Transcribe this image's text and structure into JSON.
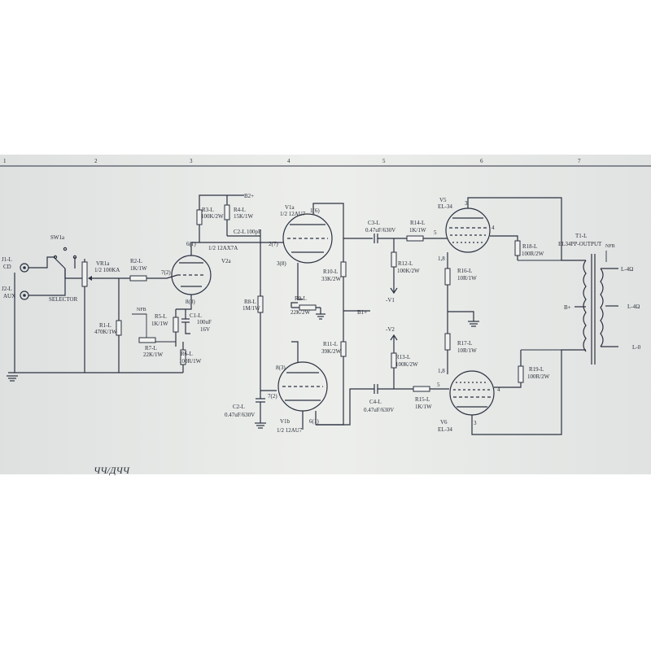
{
  "header": {
    "ruler_numbers": [
      "1",
      "2",
      "3",
      "4",
      "5",
      "6",
      "7"
    ]
  },
  "inputs": {
    "j1": "J1-L",
    "j1_sub": "CD",
    "j2": "J2-L",
    "j2_sub": "AUX",
    "switch": "SW1a",
    "selector": "SELECTOR"
  },
  "vr1": {
    "name": "VR1a",
    "value": "1/2 100KA"
  },
  "v2": {
    "name": "V2a",
    "type": "1/2 12AX7A",
    "pin_plate": "6(1)",
    "pin_grid": "7(2)",
    "pin_cath": "8(3)"
  },
  "v1a": {
    "name": "V1a",
    "type": "1/2 12AU7",
    "pin_plate": "1(6)",
    "pin_grid": "2(7)",
    "pin_cath": "3(8)"
  },
  "v1b": {
    "name": "V1b",
    "type": "1/2 12AU7",
    "pin_plate": "6(1)",
    "pin_grid": "7(2)",
    "pin_cath": "8(3)"
  },
  "v5": {
    "name": "V5",
    "type": "EL-34",
    "pin_top": "3",
    "pin_grid": "5",
    "pin_right": "4",
    "pin_heater": "1,8"
  },
  "v6": {
    "name": "V6",
    "type": "EL-34",
    "pin_bottom": "3",
    "pin_grid": "5",
    "pin_right": "4",
    "pin_heater": "1,8"
  },
  "resistors": {
    "r1": {
      "name": "R1-L",
      "value": "470K/1W"
    },
    "r2": {
      "name": "R2-L",
      "value": "1K/1W"
    },
    "r3": {
      "name": "R3-L",
      "value": "100K/2W"
    },
    "r4": {
      "name": "R4-L",
      "value": "15K/1W"
    },
    "r5": {
      "name": "R5-L",
      "value": "1K/1W"
    },
    "r6": {
      "name": "R6-L",
      "value": "100R/1W"
    },
    "r7": {
      "name": "R7-L",
      "value": "22K/1W"
    },
    "r8": {
      "name": "R8-L",
      "value": "1M/1W"
    },
    "r9": {
      "name": "R9-L",
      "value": "22K/2W"
    },
    "r10": {
      "name": "R10-L",
      "value": "33K/2W"
    },
    "r11": {
      "name": "R11-L",
      "value": "39K/2W"
    },
    "r12": {
      "name": "R12-L",
      "value": "100K/2W"
    },
    "r13": {
      "name": "R13-L",
      "value": "100K/2W"
    },
    "r14": {
      "name": "R14-L",
      "value": "1K/1W"
    },
    "r15": {
      "name": "R15-L",
      "value": "1K/1W"
    },
    "r16": {
      "name": "R16-L",
      "value": "10R/1W"
    },
    "r17": {
      "name": "R17-L",
      "value": "10R/1W"
    },
    "r18": {
      "name": "R18-L",
      "value": "100R/2W"
    },
    "r19": {
      "name": "R19-L",
      "value": "100R/2W"
    }
  },
  "capacitors": {
    "c1": {
      "name": "C1-L",
      "value": "100uF",
      "voltage": "16V"
    },
    "c2a": {
      "name": "C2-L",
      "value": "100pF"
    },
    "c2b": {
      "name": "C2-L",
      "value": "0.47uF/630V"
    },
    "c3": {
      "name": "C3-L",
      "value": "0.47uF/630V"
    },
    "c4": {
      "name": "C4-L",
      "value": "0.47uF/630V"
    }
  },
  "rails": {
    "b2": "B2+",
    "b1": "B1+",
    "bplus": "B+",
    "nfb": "NFB",
    "v1": "-V1",
    "v2": "-V2"
  },
  "transformer": {
    "name": "T1-L",
    "type": "EL34PP-OUTPUT",
    "nfb": "NFB",
    "out1": "L-4Ω",
    "out2": "L-4Ω",
    "out3": "L-0"
  },
  "footer": {
    "handwriting": "ЧЧ/ДЧЧ"
  },
  "colors": {
    "paper": "#e9ebe8",
    "ink": "#2b3140",
    "border": "#ffffff"
  }
}
